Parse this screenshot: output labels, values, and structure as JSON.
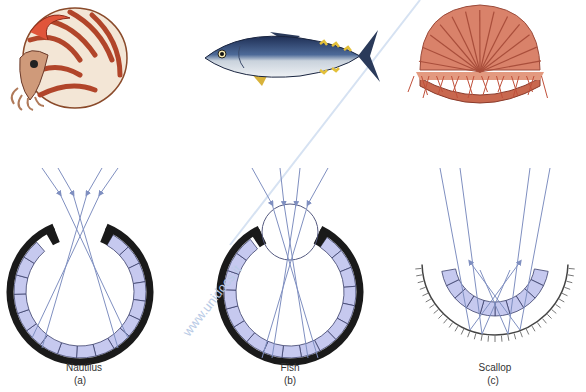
{
  "diagram": {
    "labels": [
      "Nautilus",
      "(a)",
      "Fish",
      "(b)",
      "Scallop",
      "(c)",
      "www.unidocs.it"
    ]
  }
}
